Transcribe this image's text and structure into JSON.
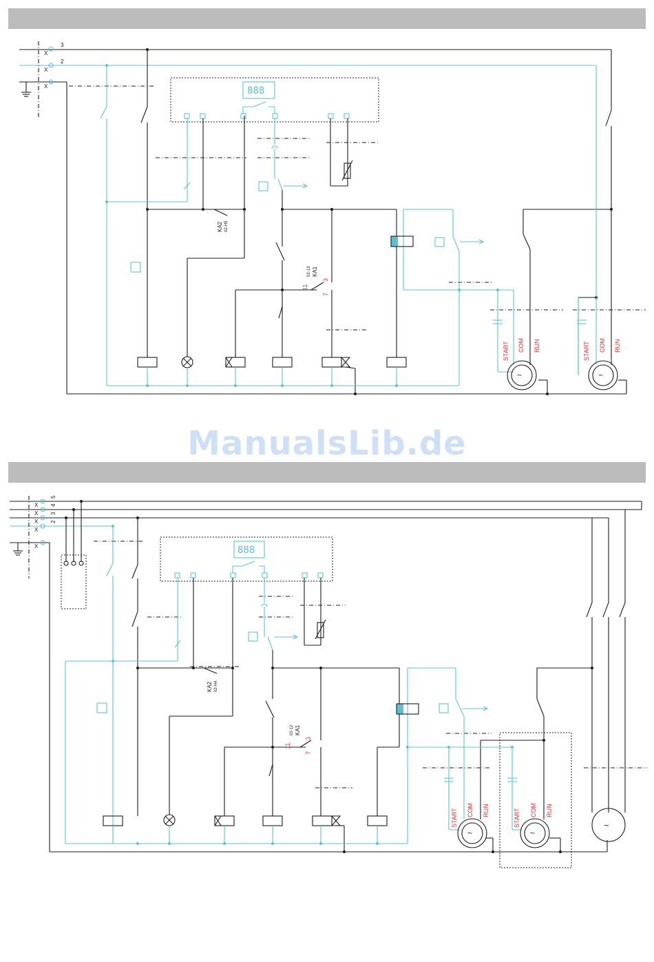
{
  "diagram1": {
    "terminals": [
      "3",
      "2"
    ],
    "display": "888",
    "ka2": {
      "name": "KA2",
      "ref": "02-H5"
    },
    "ka1": {
      "name": "KA1",
      "ref": "02-13",
      "c3": "3",
      "c11": "11",
      "c7": "7"
    },
    "motor1": {
      "start": "START",
      "com": "COM",
      "run": "RUN"
    },
    "motor2": {
      "start": "START",
      "com": "COM",
      "run": "RUN"
    }
  },
  "diagram2": {
    "terminals": [
      "5",
      "4",
      "3",
      "2"
    ],
    "display": "888",
    "ka2": {
      "name": "KA2",
      "ref": "02-H4"
    },
    "ka1": {
      "name": "KA1",
      "ref": "02-12",
      "c3": "3",
      "c11": "11",
      "c7": "7"
    },
    "motor1": {
      "start": "START",
      "com": "COM",
      "run": "RUN"
    },
    "motor2": {
      "start": "START",
      "com": "COM",
      "run": "RUN"
    }
  },
  "watermark": "ManualsLib.de",
  "colors": {
    "wire_black": "#1a1a1a",
    "wire_cyan": "#5bc2d2",
    "label_red": "#e0302a",
    "header_bar": "#bcbcbc"
  }
}
